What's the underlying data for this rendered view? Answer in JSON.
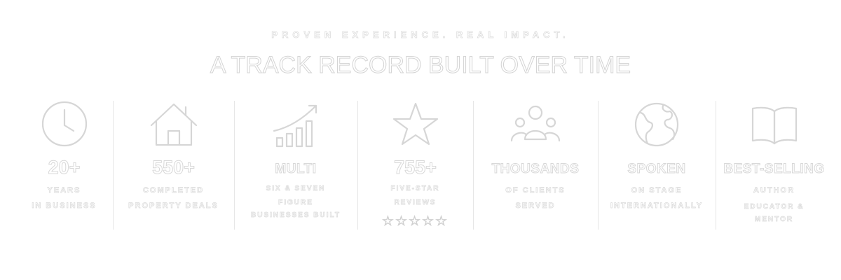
{
  "header": {
    "eyebrow": "PROVEN EXPERIENCE. REAL IMPACT.",
    "title": "A TRACK RECORD BUILT OVER TIME"
  },
  "stats": [
    {
      "icon": "clock-icon",
      "value": "20+",
      "line1": "YEARS",
      "line2": "IN BUSINESS",
      "line3": ""
    },
    {
      "icon": "house-icon",
      "value": "550+",
      "line1": "COMPLETED",
      "line2": "PROPERTY DEALS",
      "line3": ""
    },
    {
      "icon": "growth-chart-icon",
      "value": "MULTI",
      "line1": "SIX & SEVEN",
      "line2": "FIGURE",
      "line3": "BUSINESSES BUILT"
    },
    {
      "icon": "star-icon",
      "value": "755+",
      "line1": "FIVE-STAR",
      "line2": "REVIEWS",
      "line3": "",
      "rating": "☆☆☆☆☆"
    },
    {
      "icon": "people-icon",
      "value": "THOUSANDS",
      "line1": "OF CLIENTS",
      "line2": "SERVED",
      "line3": ""
    },
    {
      "icon": "globe-icon",
      "value": "SPOKEN",
      "line1": "ON STAGE",
      "line2": "INTERNATIONALLY",
      "line3": ""
    },
    {
      "icon": "book-icon",
      "value": "BEST-SELLING",
      "line1": "AUTHOR",
      "line2": "EDUCATOR &",
      "line3": "MENTOR"
    }
  ],
  "colors": {
    "background": "#ffffff",
    "text_fill": "#ffffff",
    "outline": "#d9d9d9"
  }
}
